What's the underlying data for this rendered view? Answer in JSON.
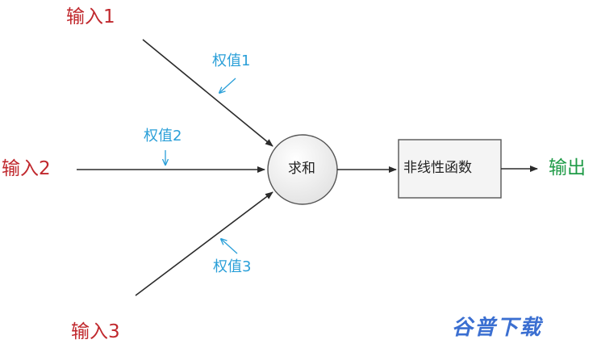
{
  "inputs": [
    "输入1",
    "输入2",
    "输入3"
  ],
  "weights": [
    "权值1",
    "权值2",
    "权值3"
  ],
  "sum_node": "求和",
  "function_box": "非线性函数",
  "output": "输出",
  "watermark": "谷普下载",
  "colors": {
    "input": "#c0282d",
    "weight": "#2a9fd8",
    "output": "#1f9b47",
    "line": "#2b2b2b",
    "node_fill": "#f0f0f0",
    "box_fill": "#f4f4f4",
    "watermark": "#3b6fd1"
  }
}
